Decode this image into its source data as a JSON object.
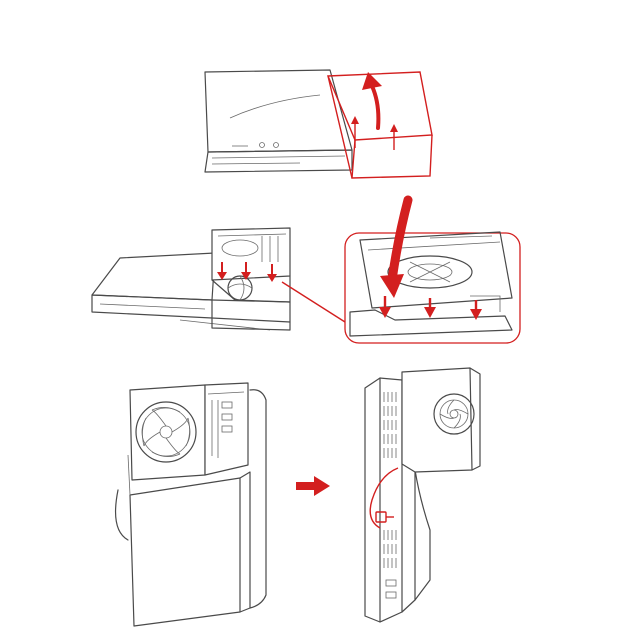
{
  "colors": {
    "line": "#4a4a4a",
    "accent": "#d31f1f",
    "background": "#ffffff"
  },
  "steps": [
    {
      "id": "remove-top-cover",
      "icons": [
        "console-icon",
        "curved-arrow-up-icon",
        "arrow-up-icon"
      ]
    },
    {
      "id": "insert-fan-bracket",
      "icons": [
        "console-icon",
        "fan-icon",
        "arrow-down-icon",
        "magnifier-callout"
      ]
    },
    {
      "id": "attach-fan-standing",
      "icons": [
        "console-icon",
        "fan-icon",
        "arrow-right-icon",
        "cable-icon"
      ]
    }
  ]
}
